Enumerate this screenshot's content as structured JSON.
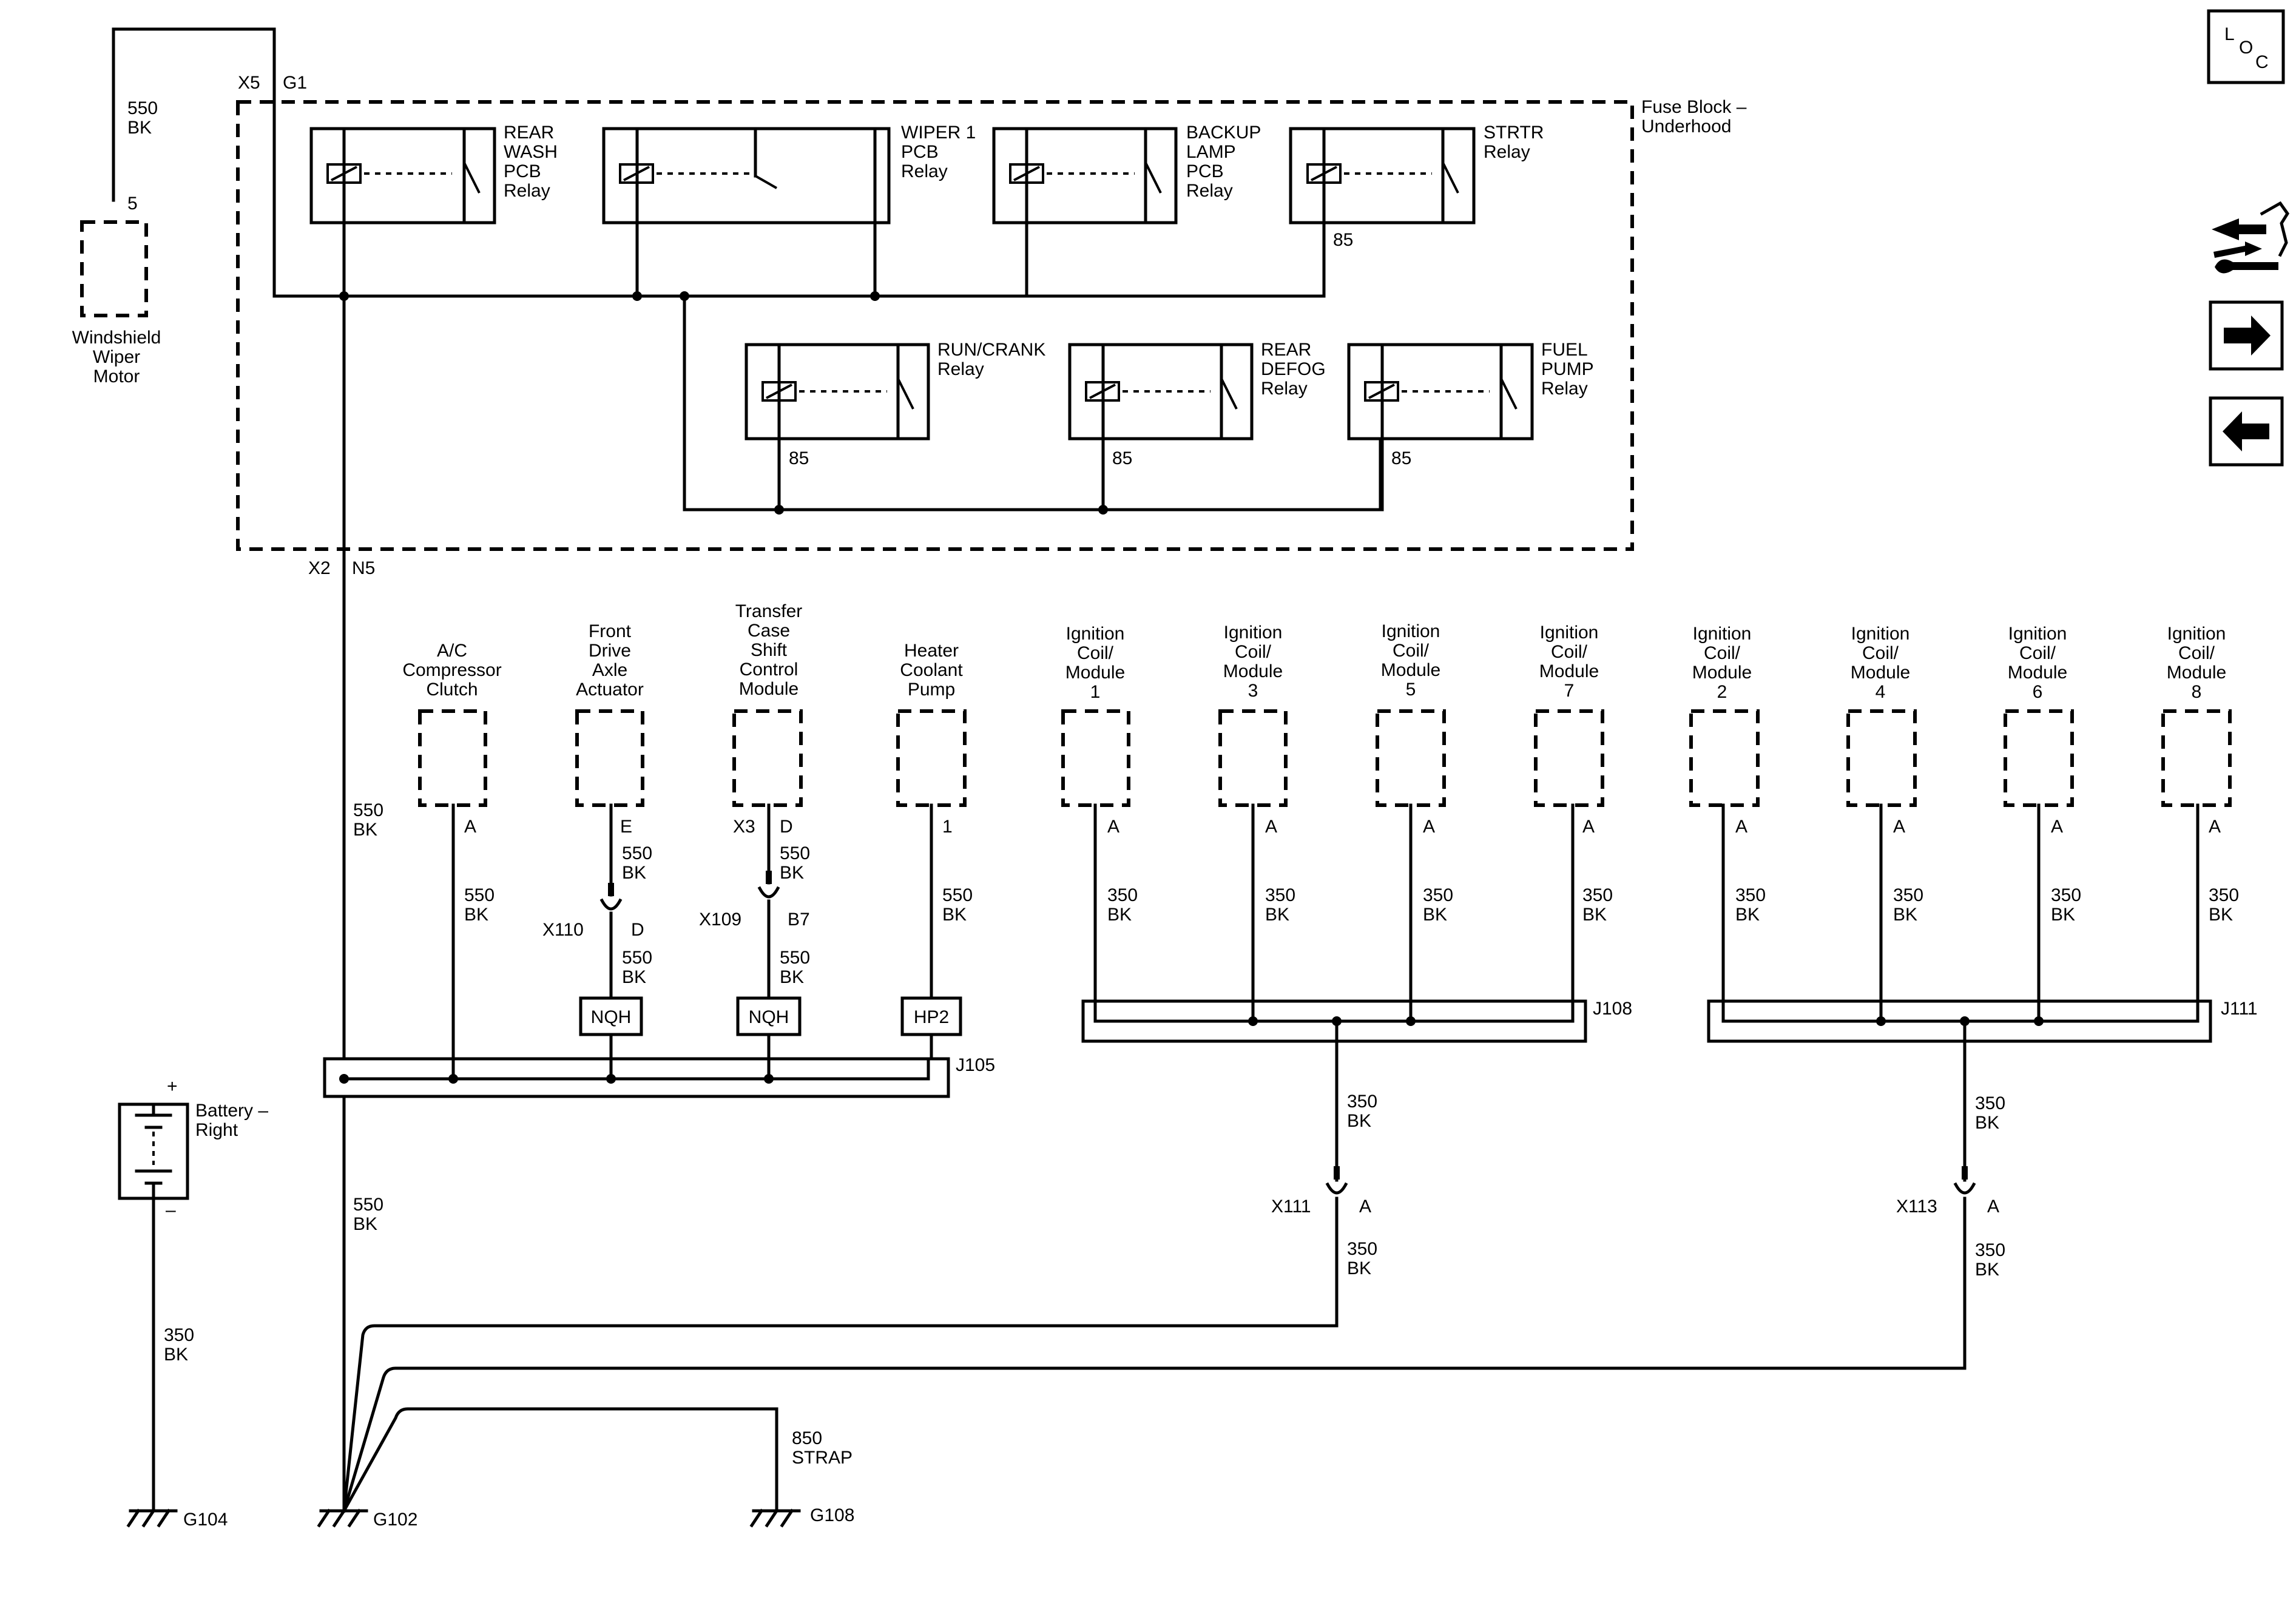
{
  "fuse_block": {
    "title_line1": "Fuse Block –",
    "title_line2": "Underhood",
    "conn_top_x": "X5",
    "conn_top_pin": "G1",
    "conn_bottom_x": "X2",
    "conn_bottom_pin": "N5"
  },
  "relays": [
    {
      "lines": [
        "REAR",
        "WASH",
        "PCB",
        "Relay"
      ]
    },
    {
      "lines": [
        "WIPER 1",
        "PCB",
        "Relay"
      ]
    },
    {
      "lines": [
        "BACKUP",
        "LAMP",
        "PCB",
        "Relay"
      ]
    },
    {
      "lines": [
        "STRTR",
        "Relay"
      ],
      "pin": "85"
    },
    {
      "lines": [
        "RUN/CRANK",
        "Relay"
      ],
      "pin": "85"
    },
    {
      "lines": [
        "REAR",
        "DEFOG",
        "Relay"
      ],
      "pin": "85"
    },
    {
      "lines": [
        "FUEL",
        "PUMP",
        "Relay"
      ],
      "pin": "85"
    }
  ],
  "wiper_motor": {
    "lines": [
      "Windshield",
      "Wiper",
      "Motor"
    ],
    "pin": "5",
    "wire_gauge": "550",
    "wire_color": "BK"
  },
  "main_wire": {
    "label1_gauge": "550",
    "label1_color": "BK",
    "label2_gauge": "550",
    "label2_color": "BK"
  },
  "components": [
    {
      "lines": [
        "A/C",
        "Compressor",
        "Clutch"
      ],
      "pin": "A",
      "gauge": "550",
      "color": "BK"
    },
    {
      "lines": [
        "Front",
        "Drive",
        "Axle",
        "Actuator"
      ],
      "pin": "E",
      "gauge": "550",
      "color": "BK",
      "inline_conn": "X110",
      "inline_pin": "D",
      "gauge2": "550",
      "color2": "BK",
      "option": "NQH"
    },
    {
      "lines": [
        "Transfer",
        "Case",
        "Shift",
        "Control",
        "Module"
      ],
      "conn": "X3",
      "pin": "D",
      "gauge": "550",
      "color": "BK",
      "inline_conn": "X109",
      "inline_pin": "B7",
      "gauge2": "550",
      "color2": "BK",
      "option": "NQH"
    },
    {
      "lines": [
        "Heater",
        "Coolant",
        "Pump"
      ],
      "pin": "1",
      "gauge": "550",
      "color": "BK",
      "option": "HP2"
    }
  ],
  "splice_j105": "J105",
  "ignition_coils": [
    {
      "lines": [
        "Ignition",
        "Coil/",
        "Module",
        "1"
      ],
      "pin": "A",
      "gauge": "350",
      "color": "BK"
    },
    {
      "lines": [
        "Ignition",
        "Coil/",
        "Module",
        "3"
      ],
      "pin": "A",
      "gauge": "350",
      "color": "BK"
    },
    {
      "lines": [
        "Ignition",
        "Coil/",
        "Module",
        "5"
      ],
      "pin": "A",
      "gauge": "350",
      "color": "BK"
    },
    {
      "lines": [
        "Ignition",
        "Coil/",
        "Module",
        "7"
      ],
      "pin": "A",
      "gauge": "350",
      "color": "BK"
    },
    {
      "lines": [
        "Ignition",
        "Coil/",
        "Module",
        "2"
      ],
      "pin": "A",
      "gauge": "350",
      "color": "BK"
    },
    {
      "lines": [
        "Ignition",
        "Coil/",
        "Module",
        "4"
      ],
      "pin": "A",
      "gauge": "350",
      "color": "BK"
    },
    {
      "lines": [
        "Ignition",
        "Coil/",
        "Module",
        "6"
      ],
      "pin": "A",
      "gauge": "350",
      "color": "BK"
    },
    {
      "lines": [
        "Ignition",
        "Coil/",
        "Module",
        "8"
      ],
      "pin": "A",
      "gauge": "350",
      "color": "BK"
    }
  ],
  "splice_j108": "J108",
  "splice_j111": "J111",
  "x111": {
    "conn": "X111",
    "pin": "A",
    "gauge_top": "350",
    "color_top": "BK",
    "gauge_bottom": "350",
    "color_bottom": "BK"
  },
  "x113": {
    "conn": "X113",
    "pin": "A",
    "gauge_top": "350",
    "color_top": "BK",
    "gauge_bottom": "350",
    "color_bottom": "BK"
  },
  "battery": {
    "line1": "Battery –",
    "line2": "Right",
    "plus": "+",
    "minus": "–",
    "gauge": "350",
    "color": "BK"
  },
  "grounds": {
    "g104": "G104",
    "g102": "G102",
    "g108": "G108"
  },
  "strap": {
    "gauge": "850",
    "color": "STRAP"
  },
  "nav": {
    "loc_l": "L",
    "loc_o": "O",
    "loc_c": "C"
  },
  "icons": [
    "loc-icon",
    "tools-icon",
    "next-arrow-icon",
    "prev-arrow-icon"
  ]
}
